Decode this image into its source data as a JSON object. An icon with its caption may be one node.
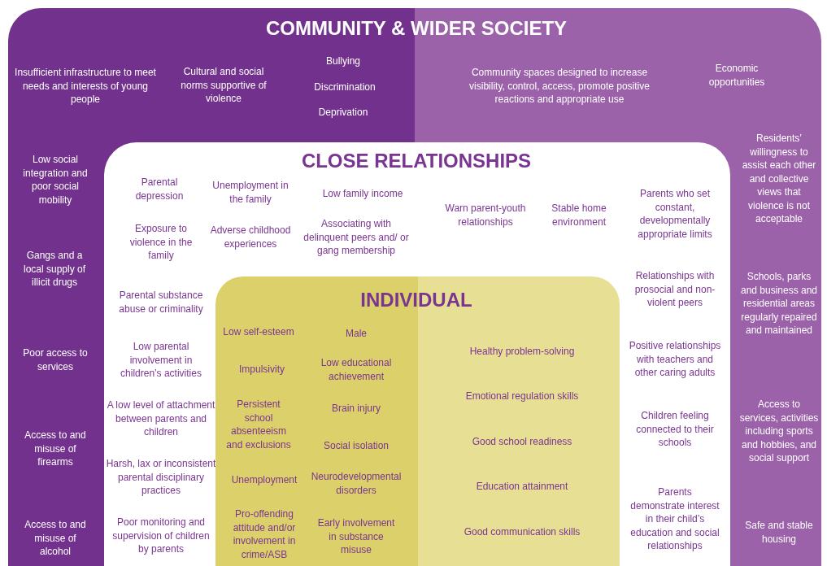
{
  "diagram": {
    "nodes": [
      {
        "text": [
          "COMMUNITY & WIDER SOCIETY",
          "Insufficient infrastructure to meet needs and interests of young people",
          "Cultural and social norms supportive of violence",
          "Bullying",
          "Discrimination",
          "Deprivation",
          "Community spaces designed to increase visibility, control, access, promote positive reactions and appropriate use",
          "Economic opportunities",
          "Low social integration and poor social mobility",
          "Gangs and a local supply of illicit drugs",
          "Poor access to services",
          "Access to and misuse of firearms",
          "Access to and misuse of alcohol",
          "Residents’ willingness to assist each other and collective views that violence is not acceptable",
          "Schools, parks and business and residential areas regularly repaired and maintained",
          "Access to services, activities including sports and hobbies, and social support",
          "Safe and stable housing"
        ]
      },
      {
        "text": [
          "CLOSE RELATIONSHIPS",
          "Parental depression",
          "Unemployment in the family",
          "Low family income",
          "Exposure to violence in the family",
          "Adverse childhood experiences",
          "Associating with delinquent peers and/ or gang membership",
          "Warn parent-youth relationships",
          "Stable home environment",
          "Parents who set constant, developmentally appropriate limits",
          "Parental substance abuse or criminality",
          "Low parental involvement in children’s activities",
          "A low level of attachment between parents and children",
          "Harsh, lax or inconsistent parental disciplinary practices",
          "Poor monitoring and supervision of children by parents",
          "Relationships with prosocial and non-violent peers",
          "Positive relationships with teachers and other caring adults",
          "Children feeling connected to their schools",
          "Parents demonstrate interest in their child’s education and social relationships"
        ],
        "in": 0
      },
      {
        "text": [
          "INDIVIDUAL",
          "Low self-esteem",
          "Male",
          "Impulsivity",
          "Low educational achievement",
          "Persistent school absenteeism and exclusions",
          "Brain injury",
          "Social isolation",
          "Unemployment",
          "Neurodevelopmental disorders",
          "Pro-offending attitude and/or involvement in crime/ASB",
          "Early involvement in substance misuse",
          "Healthy problem-solving",
          "Emotional regulation skills",
          "Good school readiness",
          "Education attainment",
          "Good communication skills"
        ],
        "in": 1
      }
    ]
  }
}
